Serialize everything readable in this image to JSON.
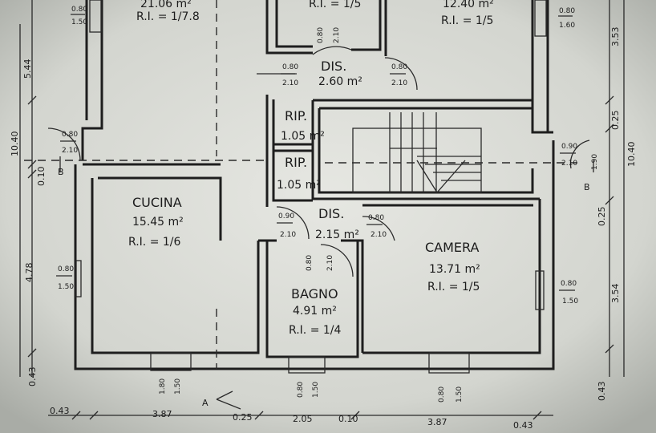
{
  "rooms": {
    "room_top_left": {
      "area": "21.06 m²",
      "ri": "R.I. = 1/7.8"
    },
    "room_top_mid": {
      "ri": "R.I. = 1/5"
    },
    "room_top_right": {
      "area": "12.40 m²",
      "ri": "R.I. = 1/5"
    },
    "dis_top": {
      "name": "DIS.",
      "area": "2.60 m²"
    },
    "rip_1": {
      "name": "RIP.",
      "area": "1.05 m²"
    },
    "rip_2": {
      "name": "RIP.",
      "area": "1.05 m²"
    },
    "dis_bottom": {
      "name": "DIS.",
      "area": "2.15 m²"
    },
    "cucina": {
      "name": "CUCINA",
      "area": "15.45 m²",
      "ri": "R.I. = 1/6"
    },
    "bagno": {
      "name": "BAGNO",
      "area": "4.91 m²",
      "ri": "R.I. = 1/4"
    },
    "camera": {
      "name": "CAMERA",
      "area": "13.71 m²",
      "ri": "R.I. = 1/5"
    }
  },
  "openings": {
    "w_top_left": {
      "w": "0.80",
      "h": "1.50"
    },
    "w_top_right": {
      "w": "0.80",
      "h": "1.60"
    },
    "d_dis_left": {
      "w": "0.80",
      "h": "2.10"
    },
    "d_dis_right": {
      "w": "0.80",
      "h": "2.10"
    },
    "d_dis_top": {
      "w": "0.80",
      "h": "2.10"
    },
    "d_left_entry": {
      "w": "0.80",
      "h": "2.10"
    },
    "d_right_entry": {
      "w": "0.90",
      "h": "2.10"
    },
    "d_right_entry_extra": "1.90",
    "d_dis2_left": {
      "w": "0.90",
      "h": "2.10"
    },
    "d_dis2_right": {
      "w": "0.80",
      "h": "2.10"
    },
    "d_bagno": {
      "w": "0.80",
      "h": "2.10"
    },
    "w_cucina_left": {
      "w": "0.80",
      "h": "1.50"
    },
    "w_camera_right": {
      "w": "0.80",
      "h": "1.50"
    },
    "w_bottom_left": {
      "w": "1.80",
      "h": "1.50"
    },
    "w_bottom_mid": {
      "w": "0.80",
      "h": "1.50"
    },
    "w_bottom_right": {
      "w": "0.80",
      "h": "1.50"
    }
  },
  "dims": {
    "left": [
      "5.44",
      "10.40",
      "0.10",
      "4.78",
      "0.43"
    ],
    "right_inner": [
      "3.53",
      "0.25",
      "0.25",
      "3.54",
      "0.43"
    ],
    "right_outer": "10.40",
    "bottom": [
      "0.43",
      "3.87",
      "0.25",
      "2.05",
      "0.10",
      "3.87",
      "0.43"
    ]
  },
  "section_marks": {
    "b_left": "B",
    "b_right": "B",
    "a_bottom": "A"
  }
}
